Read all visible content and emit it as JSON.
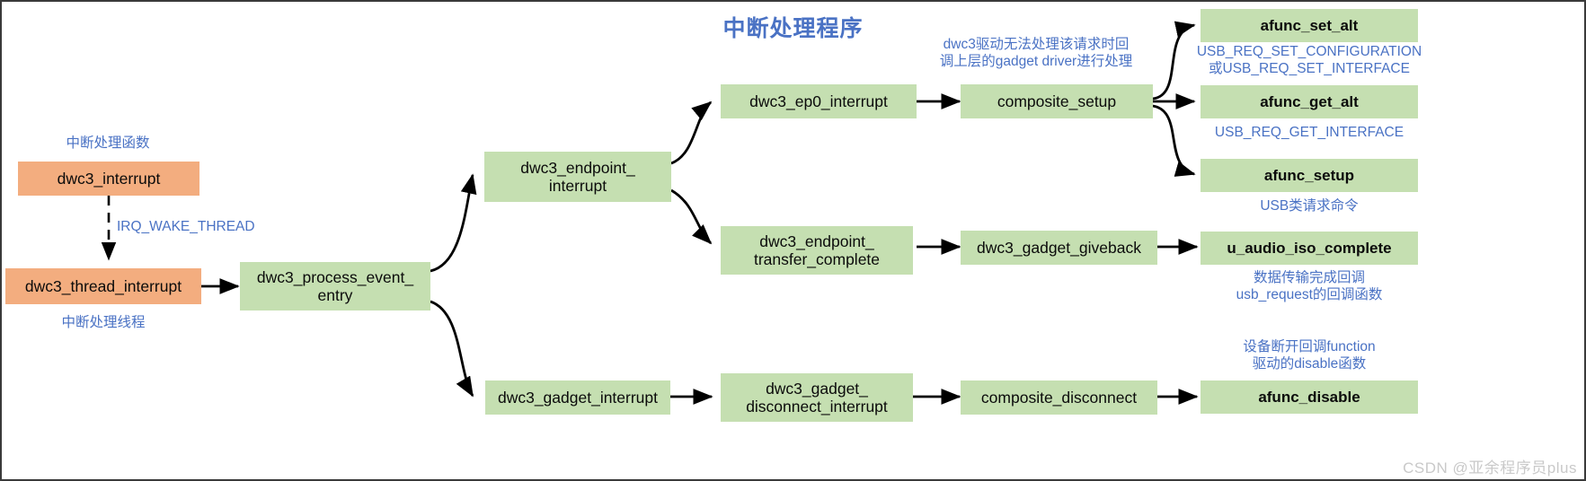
{
  "title": "中断处理程序",
  "watermark": "CSDN @亚余程序员plus",
  "colors": {
    "orange_node": "#f3ad7f",
    "green_node": "#c5dfb1",
    "note_blue": "#4a72c4",
    "title_blue": "#4a72c4",
    "arrow": "#000000",
    "border": "#3a3a3a"
  },
  "nodes": {
    "dwc3_interrupt": "dwc3_interrupt",
    "dwc3_thread_interrupt": "dwc3_thread_interrupt",
    "dwc3_process_event_entry": "dwc3_process_event_\nentry",
    "dwc3_endpoint_interrupt": "dwc3_endpoint_\ninterrupt",
    "dwc3_gadget_interrupt": "dwc3_gadget_interrupt",
    "dwc3_ep0_interrupt": "dwc3_ep0_interrupt",
    "dwc3_endpoint_transfer_complete": "dwc3_endpoint_\ntransfer_complete",
    "dwc3_gadget_disconnect_interrupt": "dwc3_gadget_\ndisconnect_interrupt",
    "composite_setup": "composite_setup",
    "dwc3_gadget_giveback": "dwc3_gadget_giveback",
    "composite_disconnect": "composite_disconnect",
    "afunc_set_alt": "afunc_set_alt",
    "afunc_get_alt": "afunc_get_alt",
    "afunc_setup": "afunc_setup",
    "u_audio_iso_complete": "u_audio_iso_complete",
    "afunc_disable": "afunc_disable"
  },
  "notes": {
    "irq_handler_fn": "中断处理函数",
    "irq_wake_thread": "IRQ_WAKE_THREAD",
    "irq_thread": "中断处理线程",
    "composite_setup_note": "dwc3驱动无法处理该请求时回\n调上层的gadget driver进行处理",
    "set_alt_note": "USB_REQ_SET_CONFIGURATION\n或USB_REQ_SET_INTERFACE",
    "get_alt_note": "USB_REQ_GET_INTERFACE",
    "setup_note": "USB类请求命令",
    "iso_complete_note": "数据传输完成回调\nusb_request的回调函数",
    "disable_note": "设备断开回调function\n驱动的disable函数"
  }
}
